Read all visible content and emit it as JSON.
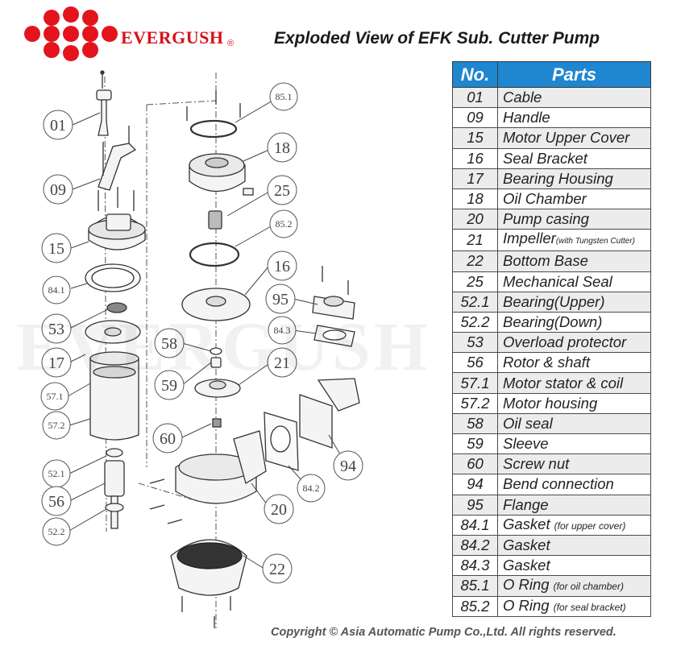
{
  "brand": {
    "name": "EVERGUSH",
    "registered": "®",
    "watermark": "EVERGUSH",
    "red": "#d7121b"
  },
  "title": "Exploded View of EFK Sub. Cutter Pump",
  "table": {
    "header_no": "No.",
    "header_parts": "Parts",
    "header_color": "#1f86d0",
    "rows": [
      {
        "no": "01",
        "name": "Cable",
        "note": ""
      },
      {
        "no": "09",
        "name": "Handle",
        "note": ""
      },
      {
        "no": "15",
        "name": "Motor Upper Cover",
        "note": ""
      },
      {
        "no": "16",
        "name": "Seal Bracket",
        "note": ""
      },
      {
        "no": "17",
        "name": "Bearing Housing",
        "note": ""
      },
      {
        "no": "18",
        "name": "Oil Chamber",
        "note": ""
      },
      {
        "no": "20",
        "name": "Pump casing",
        "note": ""
      },
      {
        "no": "21",
        "name": "Impeller",
        "note": "(with Tungsten Cutter)"
      },
      {
        "no": "22",
        "name": "Bottom Base",
        "note": ""
      },
      {
        "no": "25",
        "name": "Mechanical Seal",
        "note": ""
      },
      {
        "no": "52.1",
        "name": "Bearing(Upper)",
        "note": ""
      },
      {
        "no": "52.2",
        "name": "Bearing(Down)",
        "note": ""
      },
      {
        "no": "53",
        "name": "Overload protector",
        "note": ""
      },
      {
        "no": "56",
        "name": "Rotor & shaft",
        "note": ""
      },
      {
        "no": "57.1",
        "name": "Motor stator & coil",
        "note": ""
      },
      {
        "no": "57.2",
        "name": "Motor housing",
        "note": ""
      },
      {
        "no": "58",
        "name": "Oil seal",
        "note": ""
      },
      {
        "no": "59",
        "name": "Sleeve",
        "note": ""
      },
      {
        "no": "60",
        "name": "Screw nut",
        "note": ""
      },
      {
        "no": "94",
        "name": "Bend connection",
        "note": ""
      },
      {
        "no": "95",
        "name": "Flange",
        "note": ""
      },
      {
        "no": "84.1",
        "name": "Gasket",
        "note": "(for upper cover)"
      },
      {
        "no": "84.2",
        "name": "Gasket",
        "note": ""
      },
      {
        "no": "84.3",
        "name": "Gasket",
        "note": ""
      },
      {
        "no": "85.1",
        "name": "O Ring",
        "note": "(for oil chamber)"
      },
      {
        "no": "85.2",
        "name": "O Ring",
        "note": "(for seal bracket)"
      }
    ]
  },
  "callouts": {
    "c01": "01",
    "c09": "09",
    "c15": "15",
    "c841": "84.1",
    "c53": "53",
    "c17": "17",
    "c571": "57.1",
    "c572": "57.2",
    "c521": "52.1",
    "c56": "56",
    "c522": "52.2",
    "c851": "85.1",
    "c18": "18",
    "c25": "25",
    "c852": "85.2",
    "c16": "16",
    "c58": "58",
    "c59": "59",
    "c21": "21",
    "c60": "60",
    "c20": "20",
    "c22": "22",
    "c95": "95",
    "c843": "84.3",
    "c94": "94",
    "c842": "84.2"
  },
  "copyright": "Copyright © Asia Automatic Pump Co.,Ltd. All rights reserved."
}
